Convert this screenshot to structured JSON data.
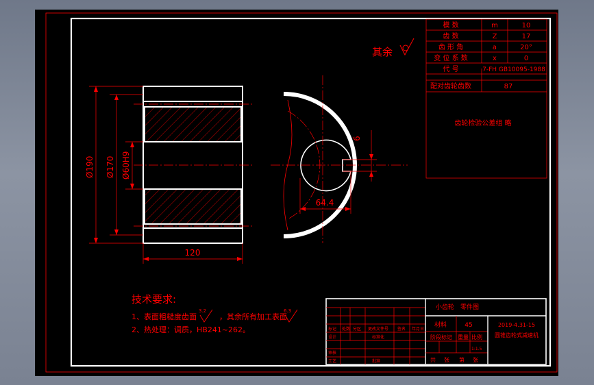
{
  "colors": {
    "background": "#000000",
    "frame": "#ffffff",
    "annotation": "#ff0000",
    "canvas_surround": "#7c8494"
  },
  "surface": {
    "symbol_label": "其余"
  },
  "params": {
    "rows": [
      {
        "name": "模  数",
        "symbol": "m",
        "value": "10"
      },
      {
        "name": "齿  数",
        "symbol": "Z",
        "value": "17"
      },
      {
        "name": "齿 形 角",
        "symbol": "a",
        "value": "20°"
      },
      {
        "name": "变 位 系 数",
        "symbol": "x",
        "value": "0"
      },
      {
        "name": "代    号",
        "symbol": "",
        "value": "7-FH GB10095-1988"
      },
      {
        "name": "配对齿轮齿数",
        "symbol": "",
        "value": "87"
      }
    ],
    "note": "齿轮检验公差组   略"
  },
  "dimensions": {
    "d1": "Ø190",
    "d2": "Ø170",
    "d3": "Ø60H9",
    "width": "120",
    "bore": "64.4",
    "key": "6"
  },
  "requirements": {
    "title": "技术要求:",
    "line1_a": "1、表面粗糙度齿面",
    "r1": "3.2",
    "line1_b": "，其余所有加工表面",
    "r2": "6.3",
    "line2": "2、热处理：调质，HB241~262。"
  },
  "title_block": {
    "part_name": "小齿轮",
    "drawing_no_label": "零件图",
    "material_label": "材料",
    "material": "45",
    "date_code": "2019-4.31-15",
    "subject": "圆锥齿轮式减速机",
    "rev_mark": "标记",
    "rev_count": "处数",
    "rev_zone": "分区",
    "rev_doc": "更改文件号",
    "rev_sign": "签名",
    "rev_date": "年月日",
    "stage": "阶段标记",
    "weight": "重量",
    "scale": "比例",
    "scale_value": "1:1.5",
    "designer": "设计",
    "standard": "标准化",
    "reviewer": "审核",
    "process": "工艺",
    "approve": "批准",
    "sheet_total": "共",
    "sheet_label": "张",
    "sheet_no": "第",
    "sheet_unit": "张"
  }
}
